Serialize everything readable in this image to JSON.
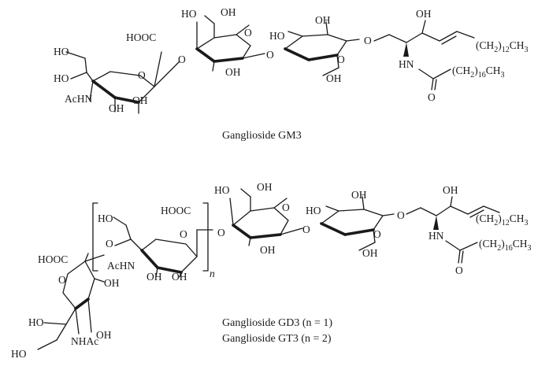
{
  "captions": {
    "gm3": "Ganglioside GM3",
    "gd3": "Ganglioside GD3 (n = 1)",
    "gt3": "Ganglioside GT3 (n = 2)"
  },
  "atoms": {
    "ho": "HO",
    "oh": "OH",
    "o": "O",
    "hooc": "HOOC",
    "achn": "AcHN",
    "hn": "HN",
    "nhac": "NHAc",
    "ch2": "(CH",
    "ch2_close": ")",
    "ch3": "CH",
    "sub_2": "2",
    "sub_3": "3",
    "sub_12": "12",
    "sub_16": "16",
    "repeat_n": "n"
  }
}
